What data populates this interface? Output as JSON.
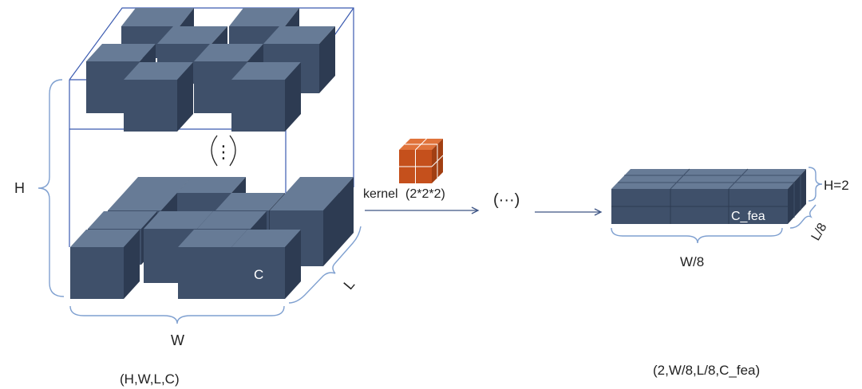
{
  "input_volume": {
    "dim_H": "H",
    "dim_W": "W",
    "dim_L": "L",
    "channel_label": "C",
    "vertical_dots": "⋮",
    "shape": "(H,W,L,C)"
  },
  "kernel": {
    "label": "kernel",
    "size": "(2*2*2)"
  },
  "ellipsis": "(···)",
  "output_volume": {
    "dim_H": "H=2",
    "dim_W": "W/8",
    "dim_L": "L/8",
    "channel_label": "C_fea",
    "shape": "(2,W/8,L/8,C_fea)"
  },
  "colors": {
    "cube_front": "#3f506a",
    "cube_top": "#677b96",
    "cube_side": "#2d3b52",
    "kernel_front": "#c5501c",
    "kernel_top": "#e0733b",
    "kernel_side": "#a23f12",
    "brace": "#7fa0d0",
    "wireframe": "#3b5bb0"
  }
}
